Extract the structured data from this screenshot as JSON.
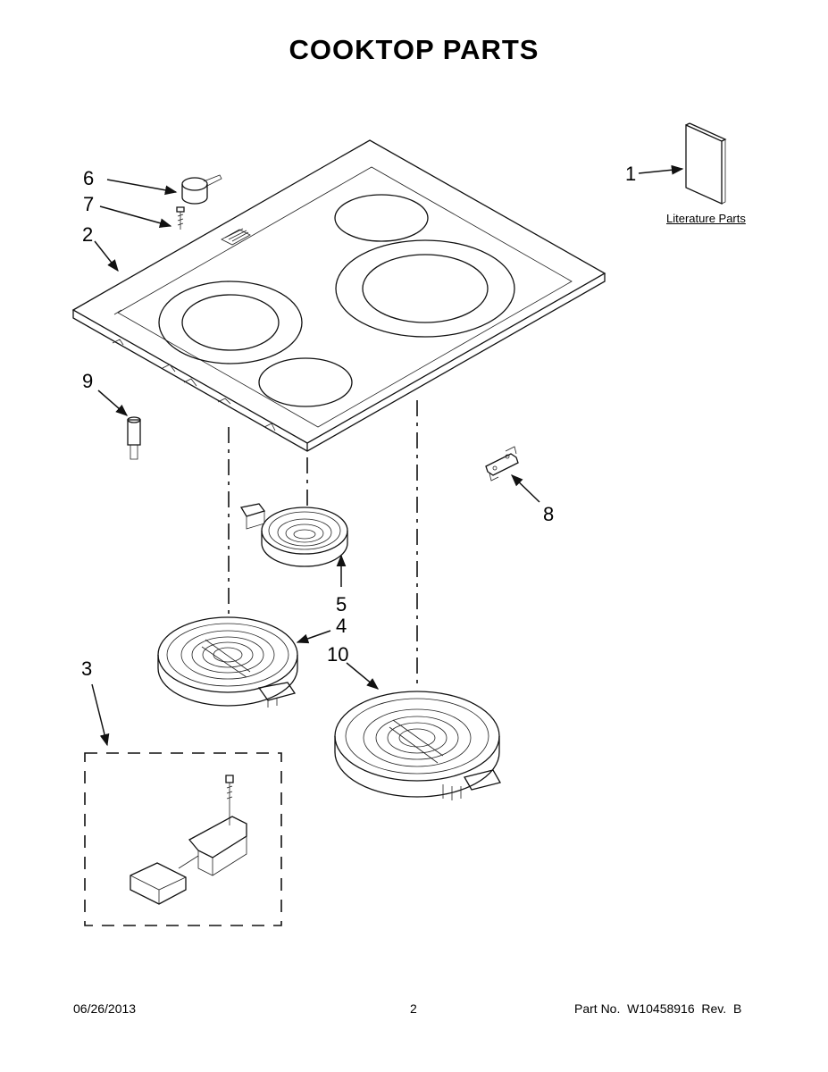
{
  "title": "COOKTOP PARTS",
  "callouts": {
    "c1": "1",
    "c2": "2",
    "c3": "3",
    "c4": "4",
    "c5": "5",
    "c6": "6",
    "c7": "7",
    "c8": "8",
    "c9": "9",
    "c10": "10"
  },
  "literature_label": "Literature Parts",
  "footer": {
    "date": "06/26/2013",
    "page": "2",
    "part_no": "Part No.  W10458916  Rev.  B"
  }
}
